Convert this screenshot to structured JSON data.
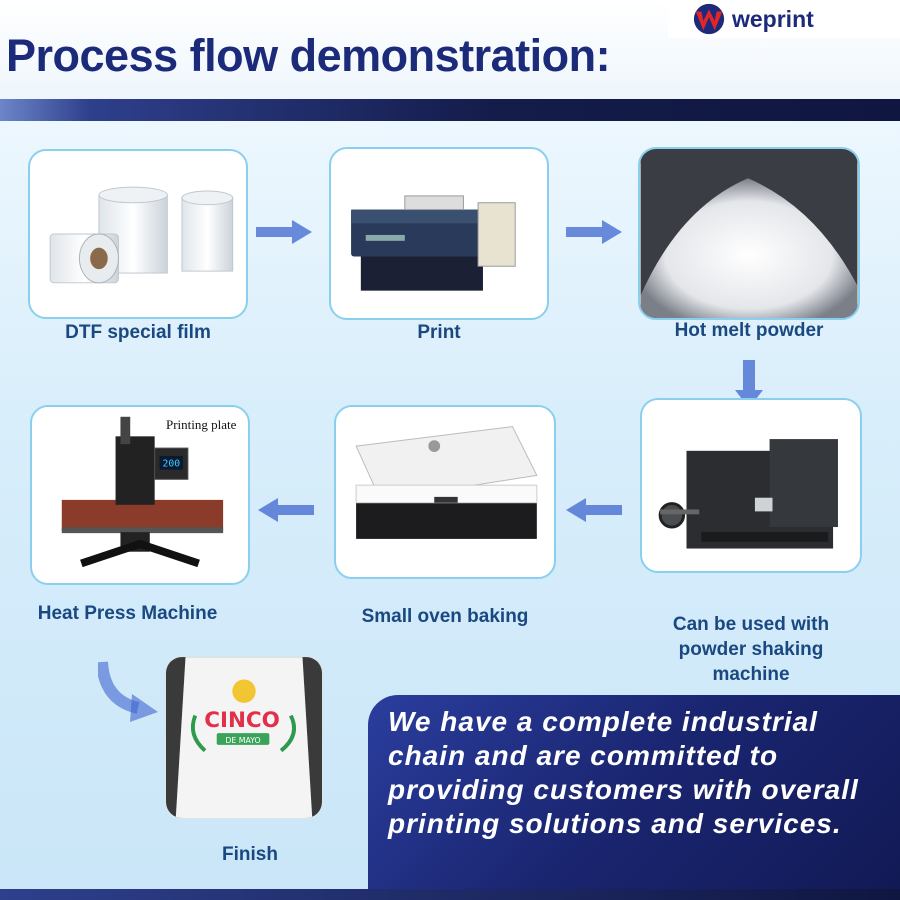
{
  "header": {
    "title": "Process flow demonstration:",
    "logo_text": "weprint"
  },
  "steps": [
    {
      "id": "film",
      "label": "DTF special film"
    },
    {
      "id": "print",
      "label": "Print"
    },
    {
      "id": "powder",
      "label": "Hot melt powder"
    },
    {
      "id": "shaker",
      "label": "Can be used with powder shaking machine"
    },
    {
      "id": "oven",
      "label": "Small oven baking"
    },
    {
      "id": "press",
      "label": "Heat Press Machine",
      "annotation": "Printing plate",
      "display_value": "200"
    },
    {
      "id": "finish",
      "label": "Finish",
      "shirt_text": [
        "CINCO",
        "DE MAYO"
      ]
    }
  ],
  "banner": {
    "text": "We have a complete industrial chain and are committed to providing customers with overall printing solutions and services."
  },
  "colors": {
    "title": "#1c2a7a",
    "label": "#1a4880",
    "card_border": "#8ad0ee",
    "arrow": "#3f66cf",
    "banner": "#1a2570"
  }
}
